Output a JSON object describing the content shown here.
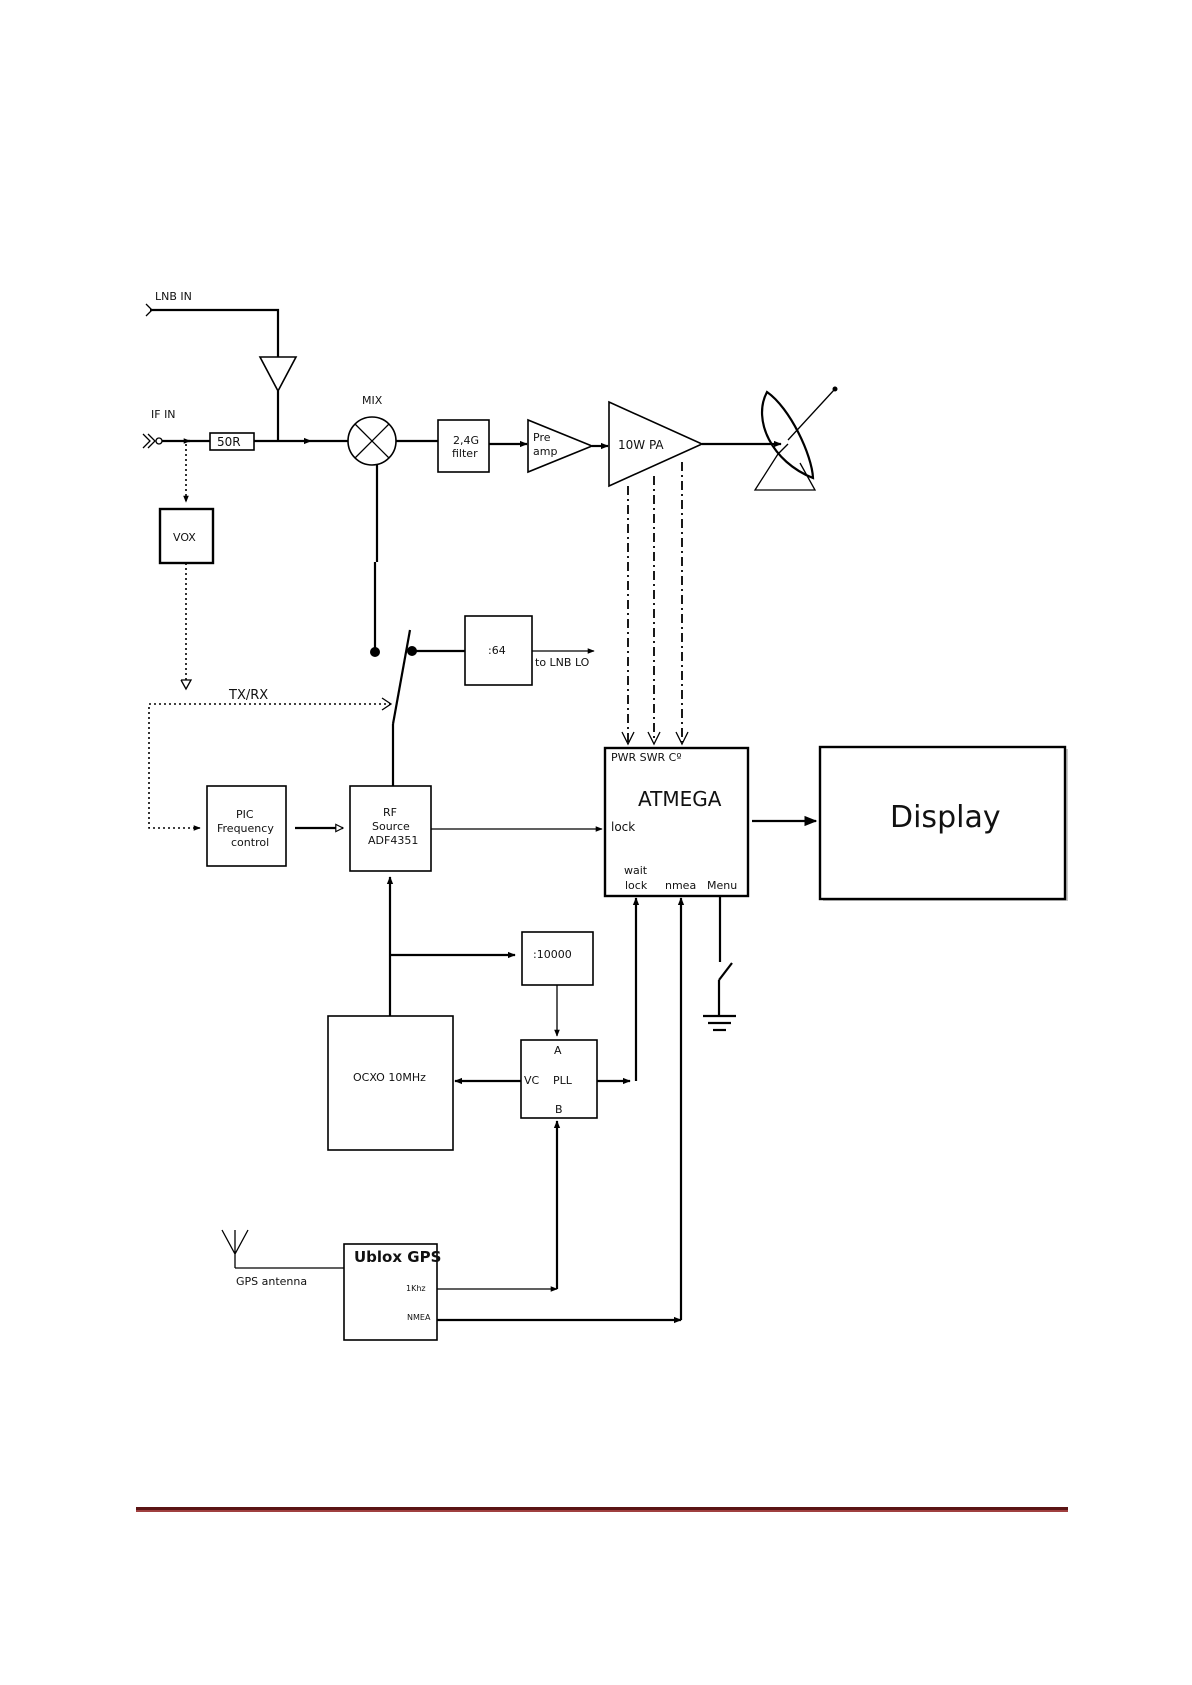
{
  "labels": {
    "lnb_in": "LNB  IN",
    "if_in": "IF IN",
    "mix": "MIX",
    "r50": "50R",
    "filter_l1": "2,4G",
    "filter_l2": "filter",
    "preamp_l1": "Pre",
    "preamp_l2": "amp",
    "pa": "10W  PA",
    "vox": "VOX",
    "div64": ":64",
    "to_lnb_lo": "to LNB LO",
    "txrx": "TX/RX",
    "pic_l1": "PIC",
    "pic_l2": "Frequency",
    "pic_l3": "control",
    "rf_l1": "RF",
    "rf_l2": "Source",
    "rf_l3": "ADF4351",
    "atmega_pins_top": "PWR SWR  Cº",
    "atmega": "ATMEGA",
    "lock": "lock",
    "wait": "wait",
    "wait_lock": "lock",
    "nmea_pin": "nmea",
    "menu": "Menu",
    "display": "Display",
    "div10000": ":10000",
    "ocxo": "OCXO 10MHz",
    "pll_a": "A",
    "pll_vc": "VC",
    "pll": "PLL",
    "pll_b": "B",
    "gps_antenna": "GPS antenna",
    "ublox": "Ublox GPS",
    "khz": "1Khz",
    "nmea_out": "NMEA"
  },
  "colors": {
    "footer_rule_dark": "#5a1414",
    "footer_rule_light": "#a04040"
  }
}
